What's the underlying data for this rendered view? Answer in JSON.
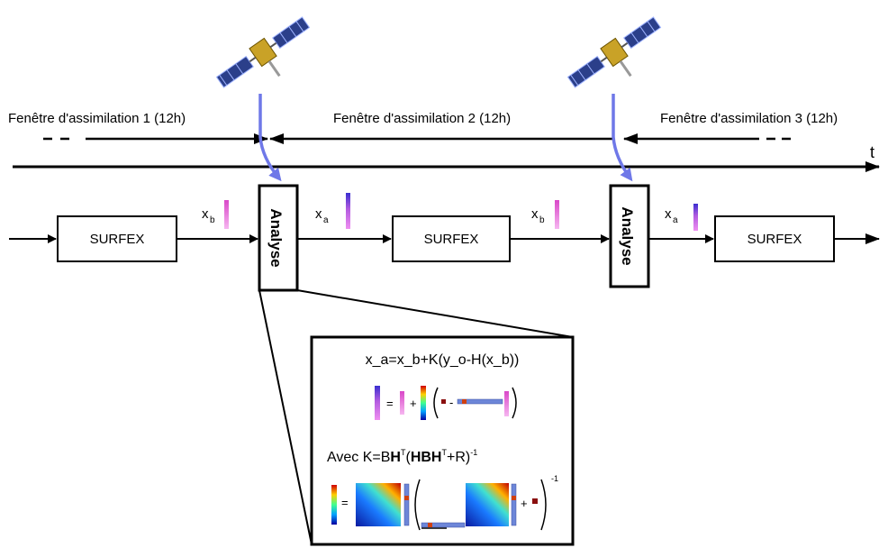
{
  "windows": [
    {
      "label": "Fenêtre d'assimilation 1 (12h)"
    },
    {
      "label": "Fenêtre d'assimilation 2 (12h)"
    },
    {
      "label": "Fenêtre d'assimilation 3 (12h)"
    }
  ],
  "time_axis_label": "t",
  "model_label": "SURFEX",
  "analysis_label": "Analyse",
  "state_background": {
    "base": "x",
    "sub": "b"
  },
  "state_analysis": {
    "base": "x",
    "sub": "a"
  },
  "equation1": {
    "text": "x_a=x_b+K(y_o-H(x_b))"
  },
  "equation2": {
    "prefix": "Avec K=B",
    "bold_h": "H",
    "sup_t": "T",
    "mid": "(",
    "bold_hbh": "HBH",
    "plus_r": "+R)",
    "sup_inv": "-1"
  },
  "matrix_ops": {
    "equals": "=",
    "plus": "+",
    "minus": "-",
    "inv_exp": "-1"
  },
  "colors": {
    "arrow_blue": "#6f78e8",
    "vector_purple": "#7b3fd0",
    "vector_pink": "#ef8ef0",
    "vector_magenta": "#d948c8",
    "matrix_blue": "#2f5fe0",
    "bar_blue": "#6d86d8",
    "dark_red": "#8a0f0f"
  }
}
